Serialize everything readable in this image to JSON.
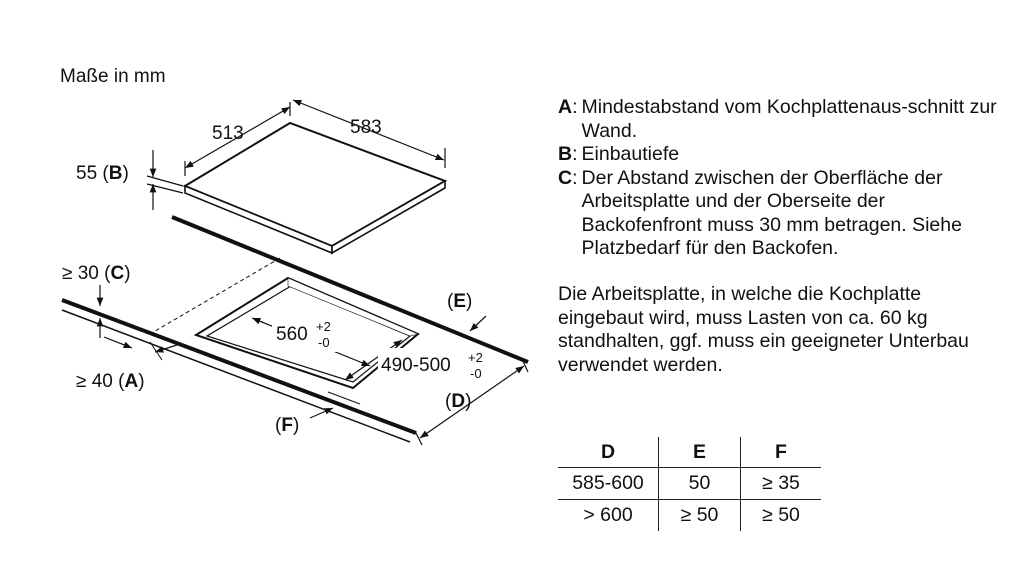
{
  "diagram": {
    "unit_label": "Maße in mm",
    "width_label": "513",
    "depth_label": "583",
    "height_value": "55",
    "height_key": "B",
    "min30_prefix": "≥ 30",
    "min30_key": "C",
    "min40_prefix": "≥ 40",
    "min40_key": "A",
    "cutout_w_base": "560",
    "cutout_w_sup_top": "+2",
    "cutout_w_sup_bottom": "-0",
    "cutout_d_base": "490-500",
    "cutout_d_sup_top": "+2",
    "cutout_d_sup_bottom": "-0",
    "label_e": "E",
    "label_d": "D",
    "label_f": "F",
    "paren_open": "(",
    "paren_close": ")"
  },
  "legend": [
    {
      "key": "A",
      "sep": ":",
      "text": "Mindestabstand vom Kochplattenaus-schnitt zur Wand."
    },
    {
      "key": "B",
      "sep": ":",
      "text": "Einbautiefe"
    },
    {
      "key": "C",
      "sep": ":",
      "text": "Der Abstand zwischen der Oberfläche der Arbeitsplatte und der Oberseite der Backofenfront muss 30 mm betragen. Siehe Platzbedarf für den Backofen."
    }
  ],
  "note": "Die Arbeitsplatte, in welche die Kochplatte eingebaut wird, muss Lasten von ca. 60 kg standhalten, ggf. muss ein geeigneter Unterbau verwendet werden.",
  "table": {
    "headers": [
      "D",
      "E",
      "F"
    ],
    "rows": [
      [
        "585-600",
        "50",
        "≥ 35"
      ],
      [
        "> 600",
        "≥ 50",
        "≥ 50"
      ]
    ]
  }
}
